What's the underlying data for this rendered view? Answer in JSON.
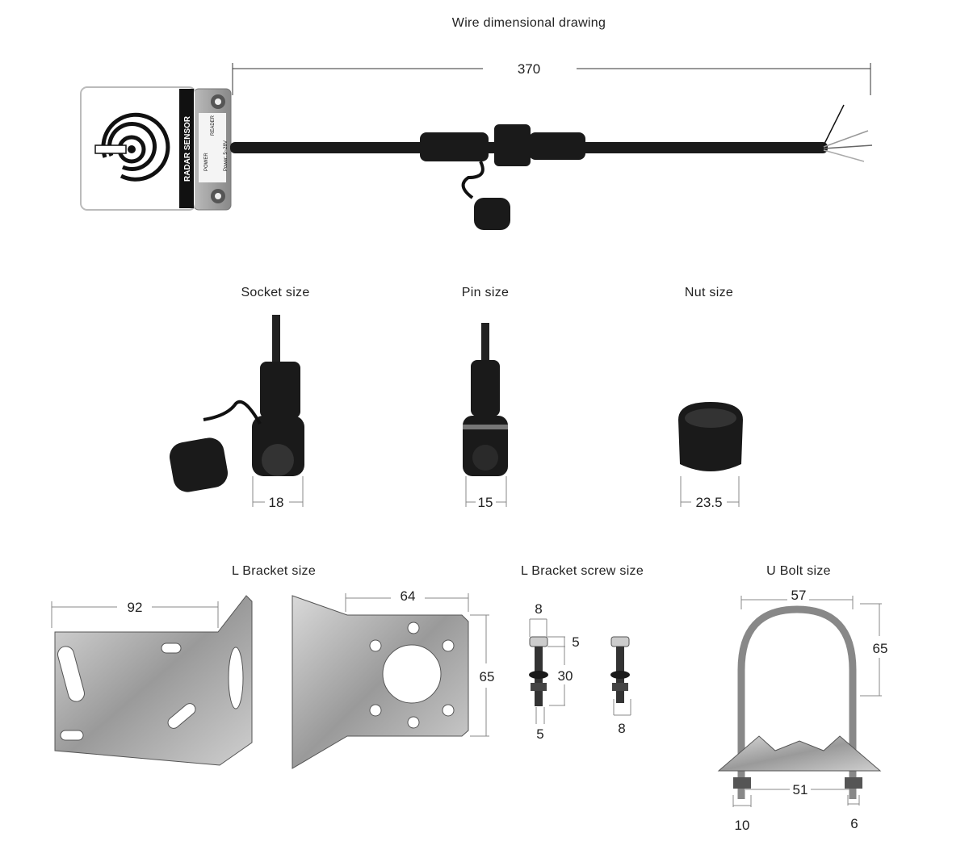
{
  "titles": {
    "wire": "Wire dimensional drawing",
    "socket": "Socket size",
    "pin": "Pin size",
    "nut": "Nut size",
    "l_bracket": "L Bracket size",
    "l_bracket_screw": "L Bracket screw size",
    "u_bolt": "U Bolt size"
  },
  "sensor": {
    "name": "RADAR SENSOR",
    "power_led": "POWER",
    "reader_led": "READER",
    "power_spec": "Power: 5~28V"
  },
  "dimensions": {
    "wire_length": "370",
    "socket": "18",
    "pin": "15",
    "nut": "23.5",
    "bracket_width": "92",
    "bracket_side_width": "64",
    "bracket_height": "65",
    "screw_head": "8",
    "screw_head_height": "5",
    "screw_length": "30",
    "screw_thread": "5",
    "screw2_width": "8",
    "ubolt_width": "57",
    "ubolt_height": "65",
    "ubolt_inner": "51",
    "ubolt_thread": "10",
    "ubolt_thread_right": "6"
  }
}
